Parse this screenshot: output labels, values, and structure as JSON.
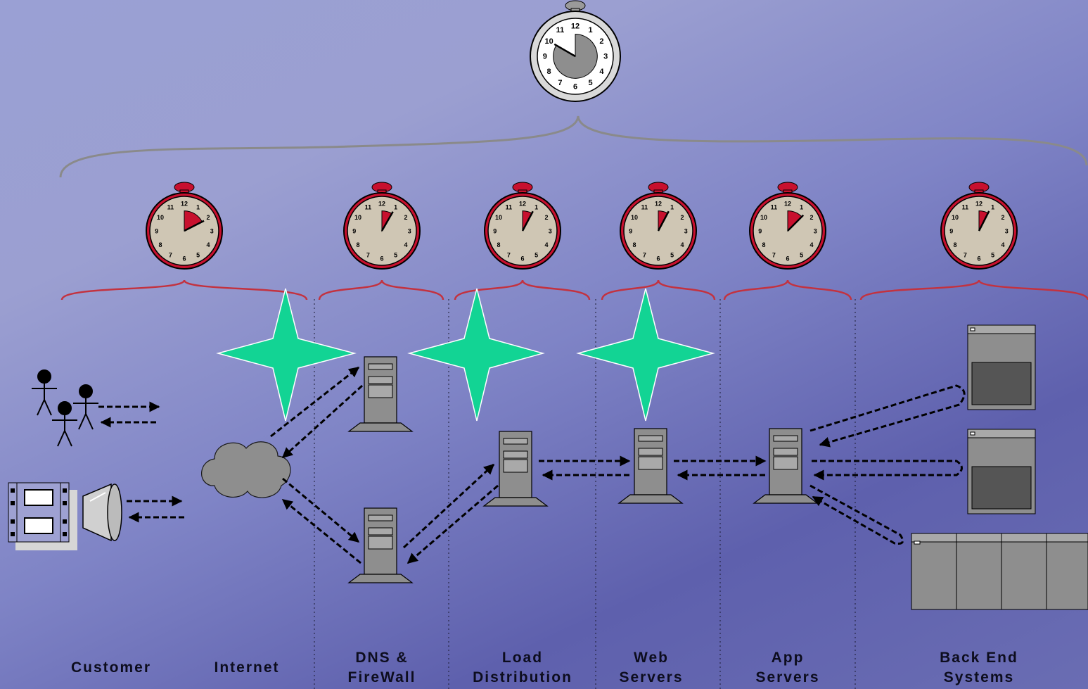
{
  "tiers": [
    {
      "id": "customer",
      "label_lines": [
        "Customer"
      ]
    },
    {
      "id": "internet",
      "label_lines": [
        "Internet"
      ]
    },
    {
      "id": "dns-firewall",
      "label_lines": [
        "DNS &",
        "FireWall"
      ]
    },
    {
      "id": "load",
      "label_lines": [
        "Load",
        "Distribution"
      ]
    },
    {
      "id": "web",
      "label_lines": [
        "Web",
        "Servers"
      ]
    },
    {
      "id": "app",
      "label_lines": [
        "App",
        "Servers"
      ]
    },
    {
      "id": "backend",
      "label_lines": [
        "Back End",
        "Systems"
      ]
    }
  ],
  "clock_numbers": [
    "12",
    "1",
    "2",
    "3",
    "4",
    "5",
    "6",
    "7",
    "8",
    "9",
    "10",
    "11"
  ],
  "colors": {
    "star": "#12d494",
    "red_bracket": "#c3323f",
    "grey_bracket": "#8a8a8a",
    "server": "#8e8e8e",
    "dial": "#cfc6b4",
    "pie_red": "#c8102e"
  },
  "icons": [
    "stopwatch-icon",
    "server-icon",
    "cloud-icon",
    "people-icon",
    "film-icon",
    "speaker-icon",
    "star-icon",
    "mainframe-icon"
  ]
}
